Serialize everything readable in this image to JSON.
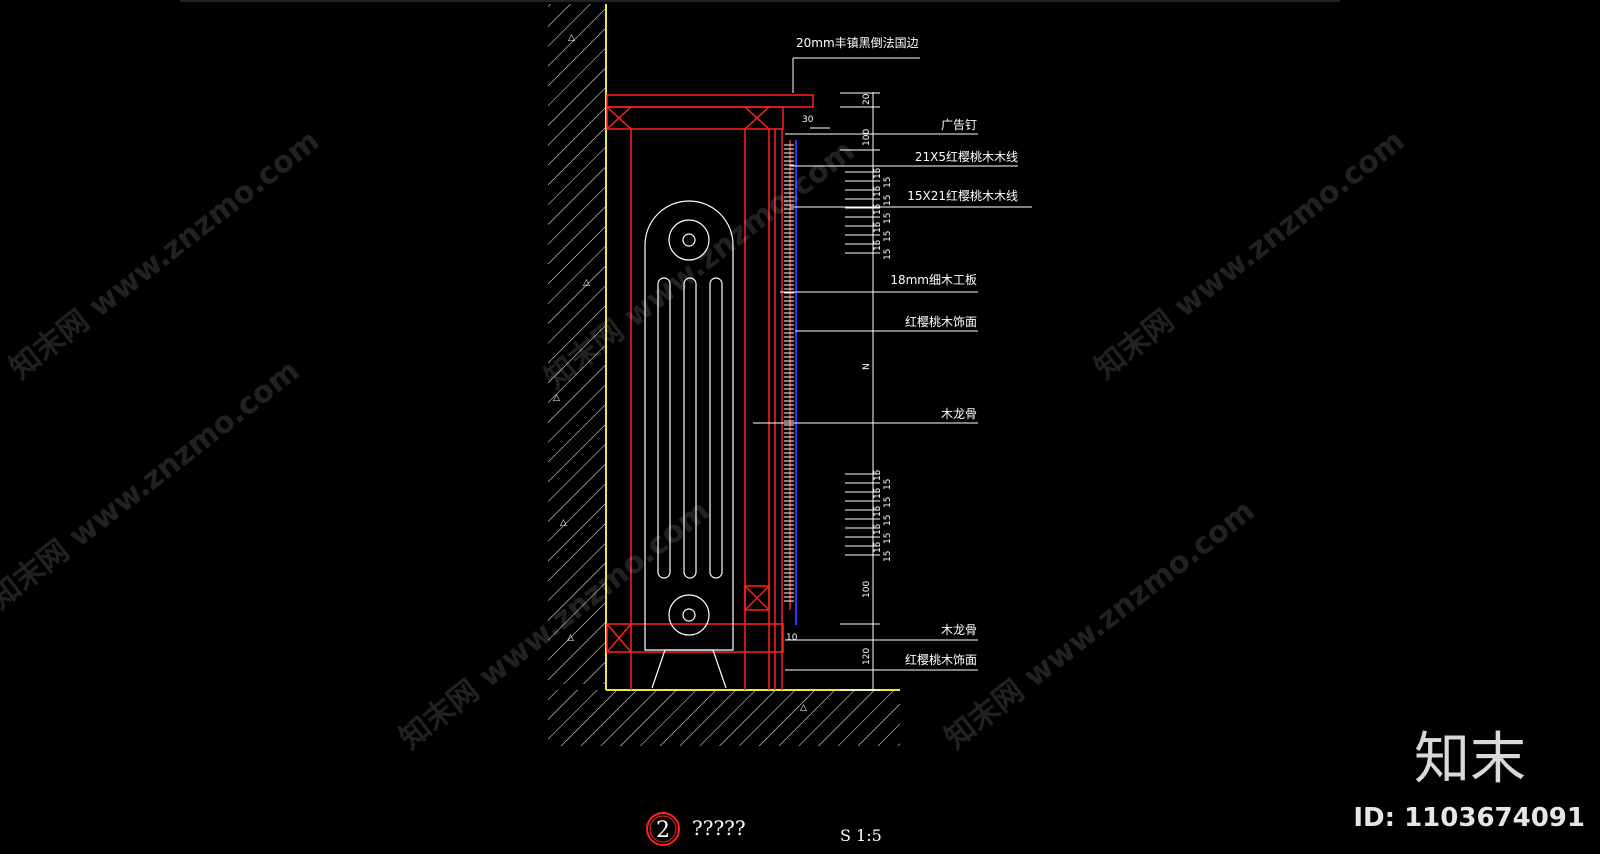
{
  "labels": {
    "top_edge": "20mm丰镇黑倒法国边",
    "nail": "广告钉",
    "molding_21x5": "21X5红樱桃木木线",
    "molding_15x21": "15X21红樱桃木木线",
    "board_18mm": "18mm细木工板",
    "veneer_top": "红樱桃木饰面",
    "keel_mid": "木龙骨",
    "keel_low": "木龙骨",
    "veneer_bottom": "红樱桃木饰面"
  },
  "dimensions": {
    "d20": "20",
    "d30": "30",
    "d100_top": "100",
    "d15": "15",
    "dN": "N",
    "d100_bottom": "100",
    "d10": "10",
    "d120": "120"
  },
  "footer": {
    "detail_number": "2",
    "detail_title": "?????",
    "scale": "S 1:5"
  },
  "watermark": {
    "text": "知末网 www.znzmo.com",
    "brand": "知末",
    "id_label": "ID: 1103674091"
  },
  "colors": {
    "red": "#ff2020",
    "white": "#ffffff",
    "yellow": "#e8e84a",
    "blue": "#3030ff",
    "background": "#000000"
  }
}
